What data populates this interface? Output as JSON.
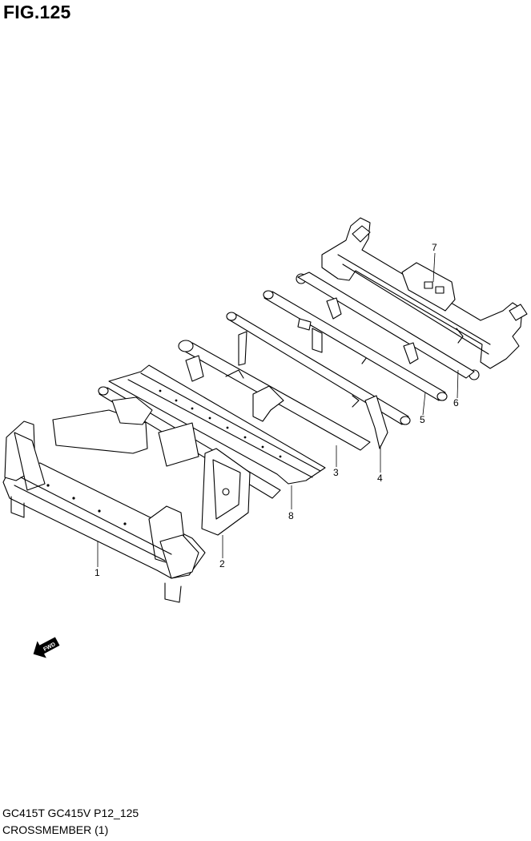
{
  "figure": {
    "title": "FIG.125"
  },
  "footer": {
    "model": "GC415T GC415V P12_125",
    "section": "CROSSMEMBER (1)"
  },
  "fwd_icon": {
    "name": "fwd-arrow-icon",
    "text": "FWD"
  },
  "parts": [
    {
      "number": "1"
    },
    {
      "number": "2"
    },
    {
      "number": "3"
    },
    {
      "number": "4"
    },
    {
      "number": "5"
    },
    {
      "number": "6"
    },
    {
      "number": "7"
    },
    {
      "number": "8"
    }
  ]
}
